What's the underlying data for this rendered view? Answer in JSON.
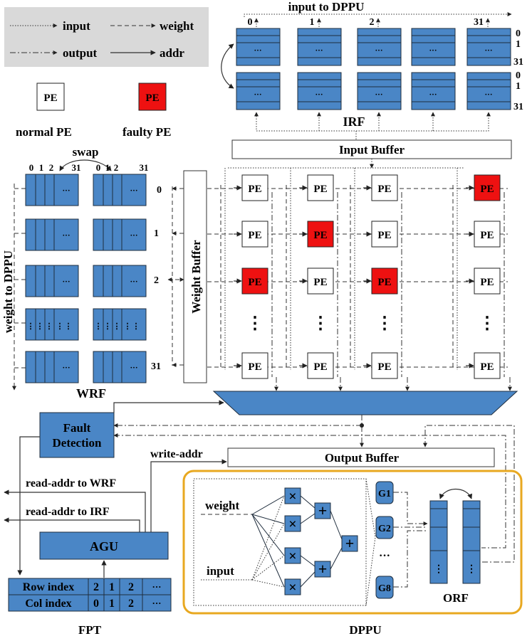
{
  "legend": {
    "input": "input",
    "weight": "weight",
    "output": "output",
    "addr": "addr",
    "pe_label": "PE",
    "normal_pe": "normal PE",
    "faulty_pe": "faulty PE"
  },
  "irf": {
    "title": "input to DPPU",
    "col_labels": [
      "0",
      "1",
      "2",
      "31"
    ],
    "row_labels": [
      "0",
      "1",
      "31"
    ],
    "ellipsis": "···",
    "name": "IRF"
  },
  "input_buffer": "Input Buffer",
  "weight_buffer": "Weight Buffer",
  "wrf": {
    "swap": "swap",
    "col_labels_a": [
      "0",
      "1",
      "2",
      "31"
    ],
    "col_labels_b": [
      "0",
      "1",
      "2",
      "31"
    ],
    "row_labels": [
      "0",
      "1",
      "2",
      "31"
    ],
    "side_label": "weight to DPPU",
    "name": "WRF",
    "ellipsis": "···"
  },
  "pe_array": {
    "label": "PE",
    "faulty": [
      [
        0,
        3
      ],
      [
        1,
        1
      ],
      [
        2,
        0
      ],
      [
        2,
        2
      ]
    ],
    "vdots": "⋮"
  },
  "fault_detection": "Fault Detection",
  "output_buffer": "Output Buffer",
  "write_addr": "write-addr",
  "read_addr_wrf": "read-addr to WRF",
  "read_addr_irf": "read-addr to IRF",
  "agu": "AGU",
  "fpt": {
    "rows": [
      {
        "label": "Row index",
        "values": [
          "2",
          "1",
          "2",
          "···"
        ]
      },
      {
        "label": "Col index",
        "values": [
          "0",
          "1",
          "2",
          "···"
        ]
      }
    ],
    "name": "FPT"
  },
  "dppu": {
    "weight": "weight",
    "input": "input",
    "mul": "×",
    "add": "+",
    "groups": [
      "G1",
      "G2",
      "···",
      "G8"
    ],
    "orf": "ORF",
    "name": "DPPU"
  },
  "colors": {
    "block": "#4a86c6",
    "faulty": "#ee1111",
    "legend_bg": "#d9d9d9",
    "dppu_border": "#e8a820"
  }
}
